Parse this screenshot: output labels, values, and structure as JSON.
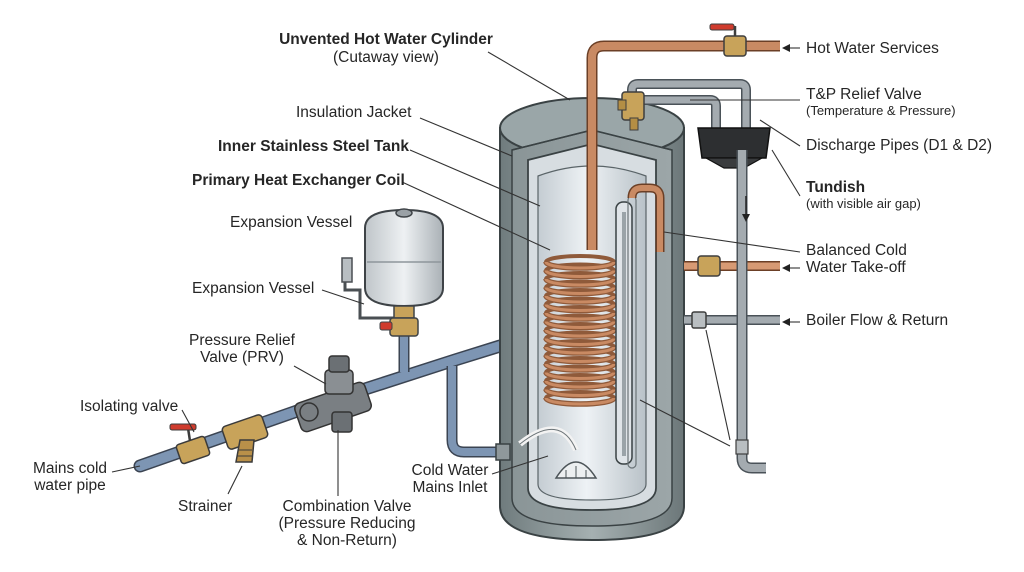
{
  "labels": {
    "cylinder_title": "Unvented Hot Water Cylinder",
    "cylinder_sub": "(Cutaway view)",
    "insulation": "Insulation Jacket",
    "inner_tank": "Inner Stainless Steel Tank",
    "coil": "Primary Heat Exchanger Coil",
    "expansion_vessel_top": "Expansion Vessel",
    "expansion_vessel_bracket": "Expansion Vessel",
    "prv_line1": "Pressure Relief",
    "prv_line2": "Valve (PRV)",
    "isolating_valve": "Isolating valve",
    "mains_pipe_line1": "Mains cold",
    "mains_pipe_line2": "water pipe",
    "strainer": "Strainer",
    "combo_line1": "Combination Valve",
    "combo_line2": "(Pressure Reducing",
    "combo_line3": "& Non-Return)",
    "cold_inlet_line1": "Cold Water",
    "cold_inlet_line2": "Mains Inlet",
    "hot_services": "Hot Water Services",
    "tp_valve": "T&P Relief Valve",
    "tp_valve_sub": "(Temperature & Pressure)",
    "discharge": "Discharge Pipes (D1 & D2)",
    "tundish": "Tundish",
    "tundish_sub": "(with visible air gap)",
    "balanced_line1": "Balanced Cold",
    "balanced_line2": "Water Take-off",
    "boiler": "Boiler Flow & Return"
  },
  "colors": {
    "copper": "#c98a63",
    "copper_dark": "#8f5a3a",
    "blue_pipe": "#7d95b3",
    "grey_pipe": "#a4abb0",
    "shell": "#8e9a9c",
    "brass": "#c8a35a",
    "valve_grey": "#7a7f83"
  }
}
